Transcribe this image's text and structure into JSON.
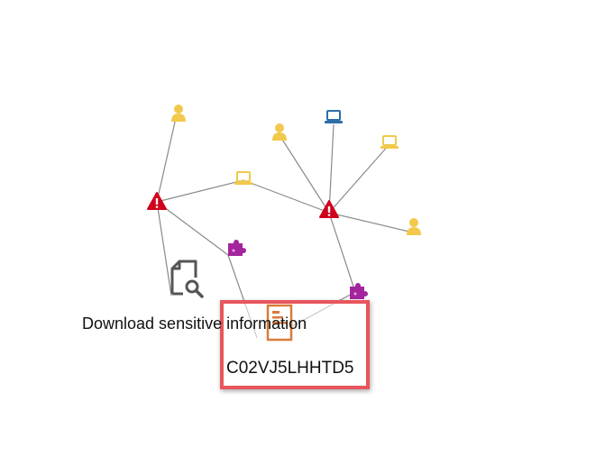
{
  "nodes": {
    "user_top_left": {
      "type": "user",
      "color": "#f2c94c"
    },
    "user_mid": {
      "type": "user",
      "color": "#f2c94c"
    },
    "user_right": {
      "type": "user",
      "color": "#f2c94c"
    },
    "laptop_blue": {
      "type": "laptop",
      "color": "#2d6ea8"
    },
    "laptop_yellow_right": {
      "type": "laptop",
      "color": "#f2c94c"
    },
    "laptop_yellow_mid": {
      "type": "laptop",
      "color": "#f2c94c"
    },
    "alert_left": {
      "type": "alert",
      "color": "#d0021b"
    },
    "alert_right": {
      "type": "alert",
      "color": "#d0021b"
    },
    "plugin_mid": {
      "type": "plugin",
      "color": "#a3259d"
    },
    "plugin_right": {
      "type": "plugin",
      "color": "#a3259d"
    },
    "investigate": {
      "type": "file-search",
      "color": "#555555",
      "label": "Download sensitive information"
    },
    "server": {
      "type": "server",
      "color": "#d97b3a",
      "label": "C02VJ5LHHTD5"
    }
  },
  "colors": {
    "edge": "#8a8a8a",
    "highlight": "#e8555c"
  }
}
